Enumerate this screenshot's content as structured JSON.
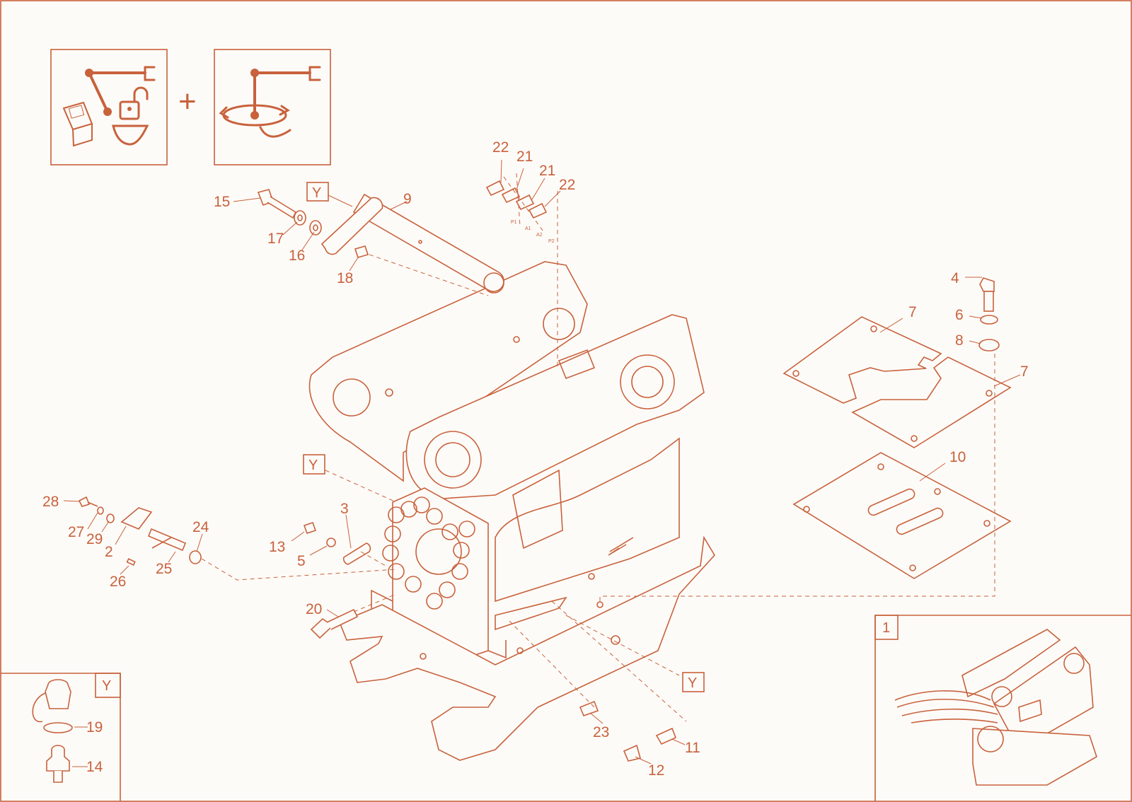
{
  "colors": {
    "line": "#c8623c",
    "background": "#fdfbf8"
  },
  "icons": [
    "tilt-lock-switch-icon",
    "plus-icon",
    "rotation-icon"
  ],
  "plus_sign": "+",
  "view_labels": {
    "y_main_1": "Y",
    "y_main_2": "Y",
    "y_main_3": "Y",
    "y_detail": "Y",
    "inset_1": "1"
  },
  "port_labels": [
    "P1",
    "A1",
    "A2",
    "P2"
  ],
  "callouts": [
    {
      "id": "c22a",
      "text": "22"
    },
    {
      "id": "c21a",
      "text": "21"
    },
    {
      "id": "c21b",
      "text": "21"
    },
    {
      "id": "c22b",
      "text": "22"
    },
    {
      "id": "c15",
      "text": "15"
    },
    {
      "id": "c9",
      "text": "9"
    },
    {
      "id": "c17",
      "text": "17"
    },
    {
      "id": "c16",
      "text": "16"
    },
    {
      "id": "c18",
      "text": "18"
    },
    {
      "id": "c4",
      "text": "4"
    },
    {
      "id": "c6",
      "text": "6"
    },
    {
      "id": "c7a",
      "text": "7"
    },
    {
      "id": "c8",
      "text": "8"
    },
    {
      "id": "c7b",
      "text": "7"
    },
    {
      "id": "c10",
      "text": "10"
    },
    {
      "id": "c28",
      "text": "28"
    },
    {
      "id": "c27",
      "text": "27"
    },
    {
      "id": "c29",
      "text": "29"
    },
    {
      "id": "c2",
      "text": "2"
    },
    {
      "id": "c24",
      "text": "24"
    },
    {
      "id": "c25",
      "text": "25"
    },
    {
      "id": "c26",
      "text": "26"
    },
    {
      "id": "c3",
      "text": "3"
    },
    {
      "id": "c13",
      "text": "13"
    },
    {
      "id": "c5",
      "text": "5"
    },
    {
      "id": "c20",
      "text": "20"
    },
    {
      "id": "c23",
      "text": "23"
    },
    {
      "id": "c11",
      "text": "11"
    },
    {
      "id": "c12",
      "text": "12"
    },
    {
      "id": "c19",
      "text": "19"
    },
    {
      "id": "c14",
      "text": "14"
    }
  ]
}
